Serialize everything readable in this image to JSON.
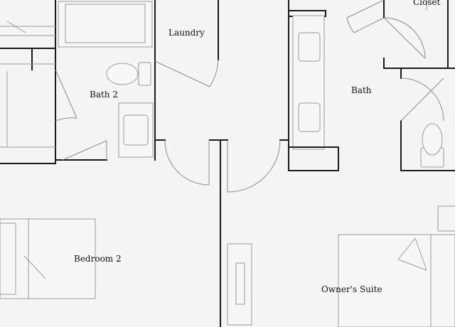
{
  "rooms": {
    "closet": "Closet",
    "laundry": "Laundry",
    "bath2": "Bath 2",
    "bath": "Bath",
    "bedroom2": "Bedroom 2",
    "owners_suite": "Owner's Suite"
  },
  "colors": {
    "background": "#f5f5f5",
    "wall": "#1a1a1a",
    "fixture_line": "#9a9a9a"
  }
}
